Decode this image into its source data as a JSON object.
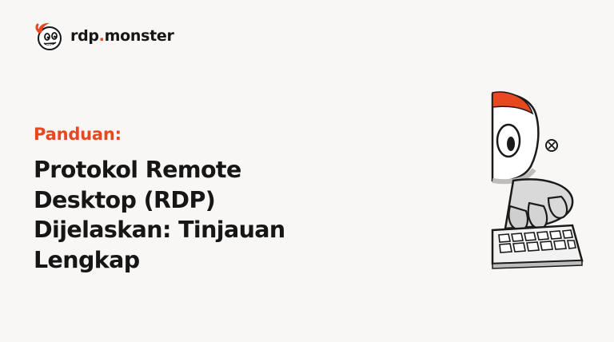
{
  "brand": {
    "name_main": "rdp",
    "name_dot": ".",
    "name_suffix": "monster",
    "logo_icon": "monster-mascot-logo",
    "accent_color": "#e8481f"
  },
  "eyebrow": "Panduan:",
  "headline": {
    "lines": [
      "Protokol Remote",
      "Desktop (RDP)",
      "Dijelaskan: Tinjauan",
      "Lengkap"
    ]
  },
  "illustration": {
    "icon": "monster-typing-keyboard-illustration"
  },
  "colors": {
    "background": "#f8f7f5",
    "text": "#161616",
    "accent": "#e8481f"
  }
}
